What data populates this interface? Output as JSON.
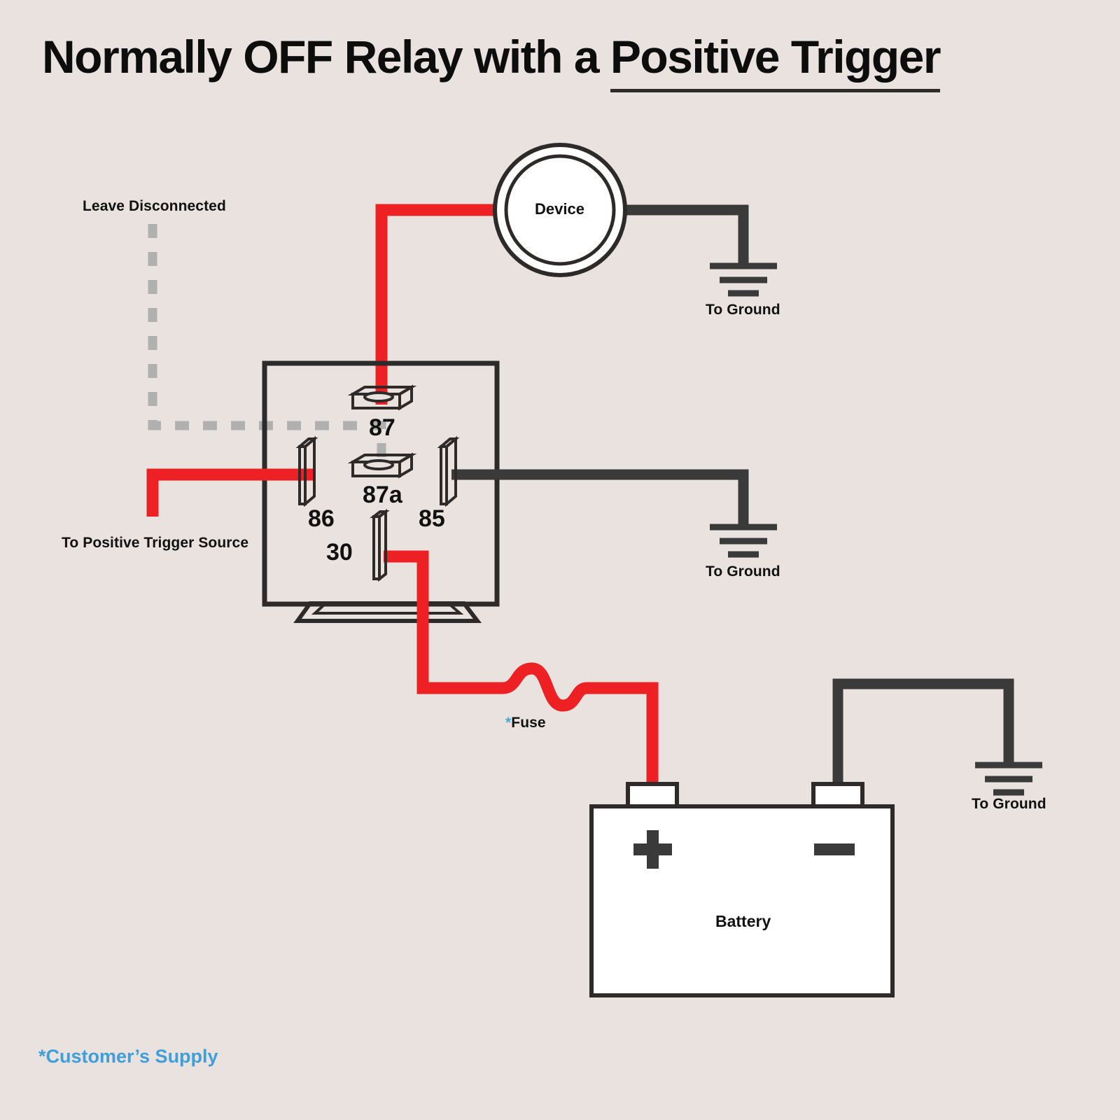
{
  "title": {
    "prefix": "Normally OFF Relay with a ",
    "emphasis": "Positive Trigger"
  },
  "colors": {
    "background": "#e9e2df",
    "wire_positive": "#ed2124",
    "wire_ground": "#3a3a3a",
    "dashed_hint": "#b0b0b0",
    "accent_blue": "#3f9fd8",
    "outline": "#2e2a29",
    "fill_white": "#ffffff"
  },
  "relay": {
    "terminals": [
      {
        "id": "87",
        "label": "87",
        "kind": "flat-pad",
        "wire": "positive"
      },
      {
        "id": "87a",
        "label": "87a",
        "kind": "flat-pad",
        "wire": "disconnected"
      },
      {
        "id": "86",
        "label": "86",
        "kind": "blade",
        "wire": "positive"
      },
      {
        "id": "85",
        "label": "85",
        "kind": "blade",
        "wire": "ground"
      },
      {
        "id": "30",
        "label": "30",
        "kind": "blade",
        "wire": "positive"
      }
    ]
  },
  "annotations": {
    "leave_disconnected": "Leave Disconnected",
    "positive_trigger_source": "To Positive Trigger Source",
    "device": "Device",
    "battery": "Battery",
    "fuse": "Fuse",
    "fuse_star": "*",
    "ground_device": "To Ground",
    "ground_relay85": "To Ground",
    "ground_battery": "To Ground"
  },
  "footnote": {
    "star": "*",
    "text": "Customer’s Supply"
  }
}
